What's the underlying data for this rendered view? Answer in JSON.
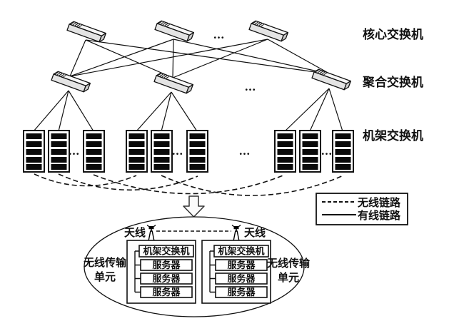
{
  "figure": {
    "title_labels": {
      "core_row": "核心交换机",
      "aggregation_row": "聚合交换机",
      "rack_row": "机架交换机"
    },
    "ellipsis": "...",
    "legend": {
      "wireless": "无线链路",
      "wired": "有线链路"
    },
    "detail": {
      "antenna": "天线",
      "unit_line1": "无线传输",
      "unit_line2": "单元",
      "rack_switch": "机架交换机",
      "server": "服务器"
    },
    "colors": {
      "ink": "#111111",
      "switch_top": "#f7f7f7",
      "switch_front": "#e4e4e4",
      "switch_end": "#cfcfcf",
      "rack_bar": "#0a0a0a",
      "background": "#ffffff"
    }
  }
}
